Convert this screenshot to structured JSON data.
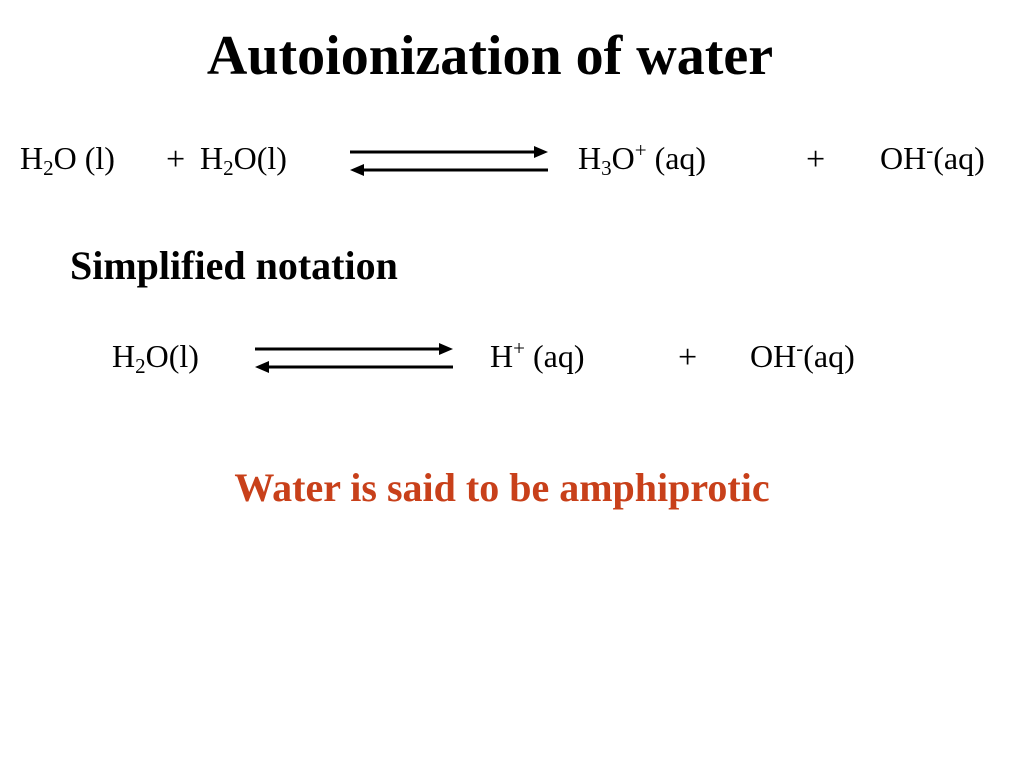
{
  "title": "Autoionization of water",
  "equation1": {
    "reactant1": {
      "formula": "H",
      "sub": "2",
      "rest": "O (l)"
    },
    "plus1": "+",
    "reactant2": {
      "formula": "H",
      "sub": "2",
      "rest": "O(l)"
    },
    "product1": {
      "formula": "H",
      "sub": "3",
      "mid": "O",
      "sup": "+",
      "rest": " (aq)"
    },
    "plus2": "+",
    "product2": {
      "formula": "OH",
      "sup": "-",
      "rest": "(aq)"
    }
  },
  "subheading": "Simplified notation",
  "equation2": {
    "reactant": {
      "formula": "H",
      "sub": "2",
      "rest": "O(l)"
    },
    "product1": {
      "formula": "H",
      "sup": "+",
      "rest": " (aq)"
    },
    "plus": "+",
    "product2": {
      "formula": "OH",
      "sup": "-",
      "rest": "(aq)"
    }
  },
  "note": "Water is said to be amphiprotic",
  "colors": {
    "text": "#000000",
    "note": "#c8401a",
    "background": "#ffffff"
  }
}
